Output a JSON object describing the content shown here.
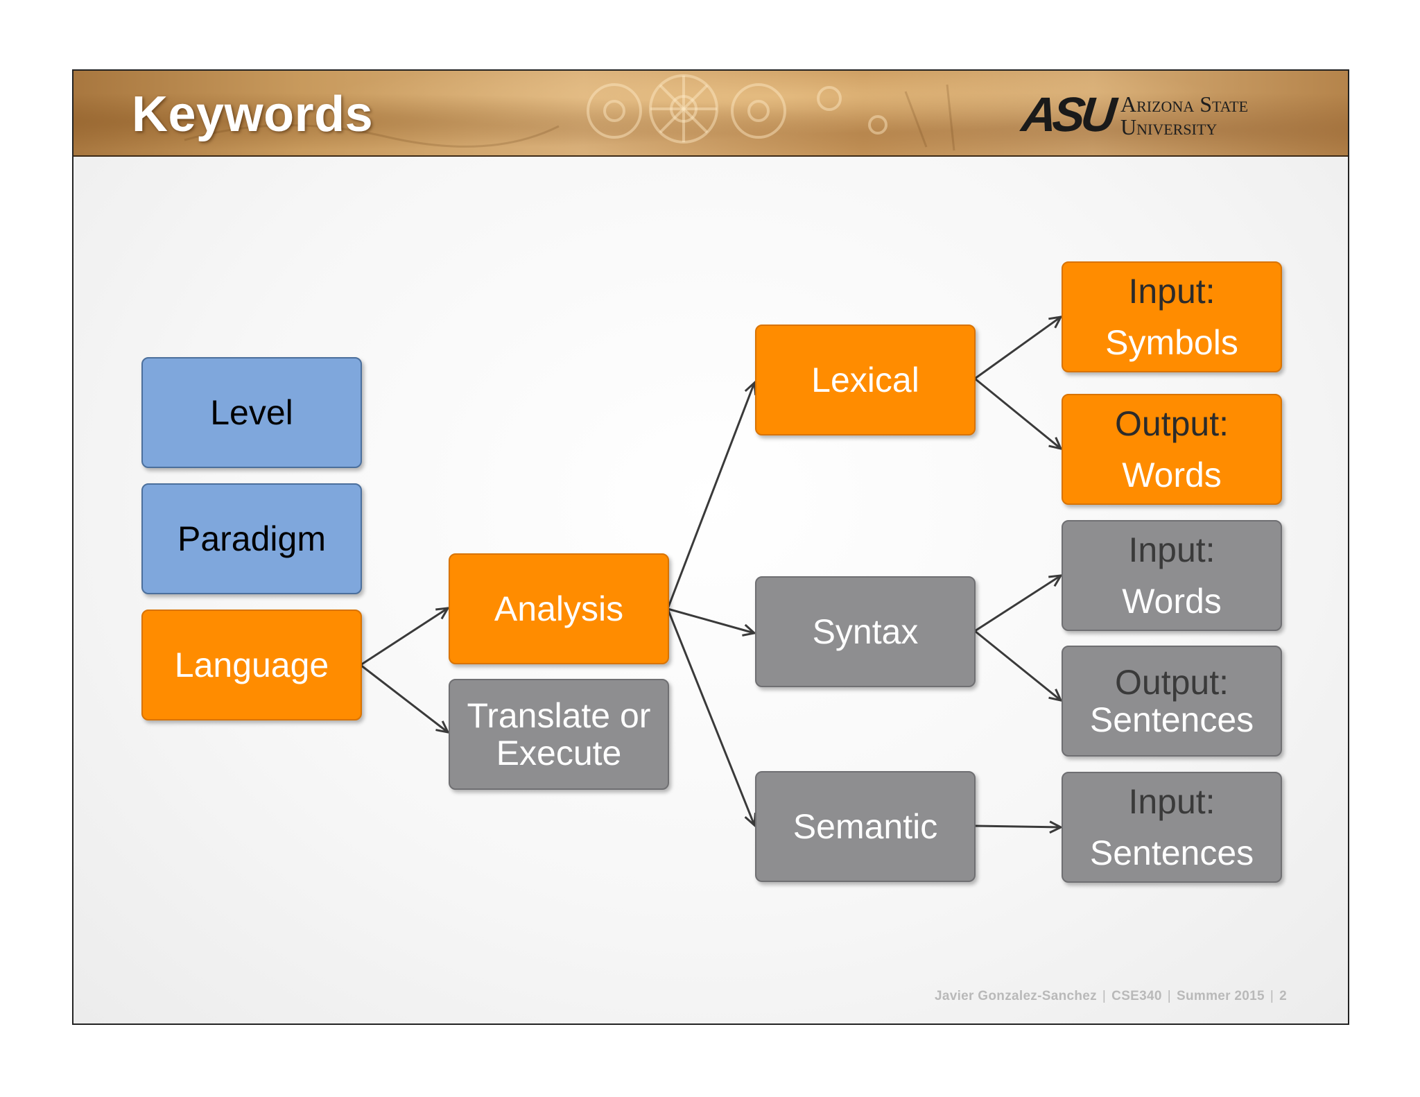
{
  "header": {
    "title": "Keywords",
    "logo_mark": "ASU",
    "logo_line1": "Arizona State",
    "logo_line2": "University"
  },
  "diagram": {
    "level": "Level",
    "paradigm": "Paradigm",
    "language": "Language",
    "analysis": "Analysis",
    "translate_line1": "Translate or",
    "translate_line2": "Execute",
    "lexical": "Lexical",
    "syntax": "Syntax",
    "semantic": "Semantic",
    "lexical_input_label": "Input:",
    "lexical_input_value": "Symbols",
    "lexical_output_label": "Output:",
    "lexical_output_value": "Words",
    "syntax_input_label": "Input:",
    "syntax_input_value": "Words",
    "syntax_output_label": "Output:",
    "syntax_output_value": "Sentences",
    "semantic_input_label": "Input:",
    "semantic_input_value": "Sentences"
  },
  "footer": {
    "author": "Javier Gonzalez-Sanchez",
    "course": "CSE340",
    "term": "Summer 2015",
    "page": "2"
  },
  "colors": {
    "orange": "#ff8c00",
    "blue": "#7fa7dc",
    "gray": "#8e8e90"
  }
}
